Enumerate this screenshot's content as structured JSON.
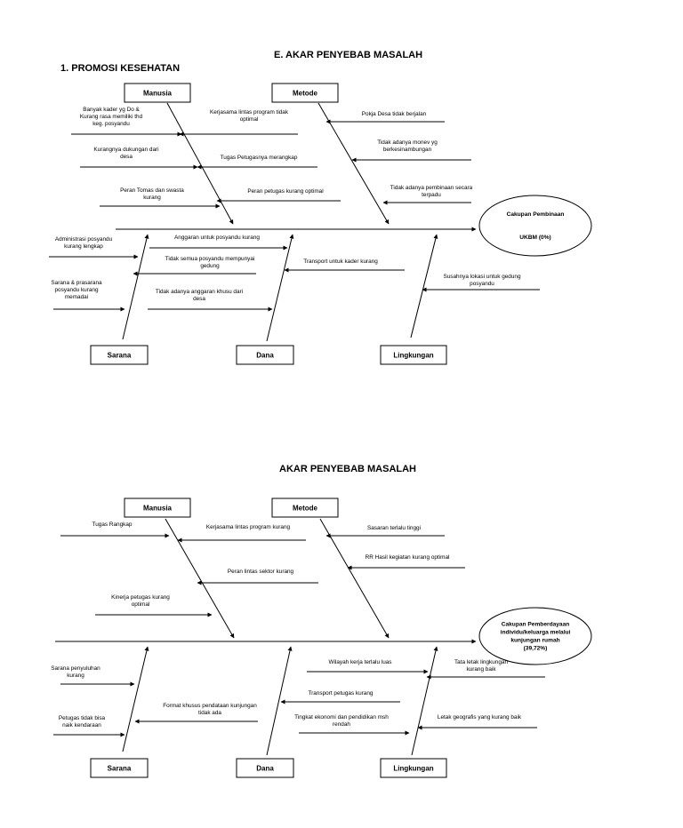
{
  "page": {
    "heading_main": "E. AKAR PENYEBAB MASALAH",
    "heading_sub": "1.  PROMOSI KESEHATAN",
    "heading_second": "AKAR PENYEBAB MASALAH"
  },
  "diagram1": {
    "categories": {
      "manusia": "Manusia",
      "metode": "Metode",
      "sarana": "Sarana",
      "dana": "Dana",
      "lingkungan": "Lingkungan"
    },
    "effect": [
      "Cakupan Pembinaan",
      "UKBM (0%)"
    ],
    "causes": {
      "manusia": [
        [
          "Banyak kader yg Do &",
          "Kurang rasa memiliki thd",
          "keg. posyandu"
        ],
        [
          "Kurangnya dukungan dari",
          "desa"
        ],
        [
          "Peran Tomas dan swasta",
          "kurang"
        ],
        [
          "Kerjasama lintas program tidak",
          "optimal"
        ],
        [
          "Tugas Petugasnya merangkap"
        ],
        [
          "Peran petugas kurang optimal"
        ]
      ],
      "metode": [
        [
          "Pokja Desa tidak berjalan"
        ],
        [
          "Tidak adanya monev yg",
          "berkesinambungan"
        ],
        [
          "Tidak adanya pembinaan secara",
          "terpadu"
        ]
      ],
      "sarana": [
        [
          "Administrasi posyandu",
          "kurang lengkap"
        ],
        [
          "Sarana & prasarana",
          "posyandu kurang",
          "memadai"
        ],
        [
          "Anggaran untuk posyandu kurang"
        ],
        [
          "Tidak semua posyandu mempunyai",
          "gedung"
        ],
        [
          "Tidak adanya anggaran khusu dari",
          "desa"
        ]
      ],
      "dana": [
        [
          "Transport untuk kader kurang"
        ]
      ],
      "lingkungan": [
        [
          "Susahnya lokasi untuk gedung",
          "posyandu"
        ]
      ]
    }
  },
  "diagram2": {
    "categories": {
      "manusia": "Manusia",
      "metode": "Metode",
      "sarana": "Sarana",
      "dana": "Dana",
      "lingkungan": "Lingkungan"
    },
    "effect": [
      "Cakupan Pemberdayaan",
      "individu/keluarga melalui",
      "kunjungan rumah",
      "(39,72%)"
    ],
    "causes": {
      "manusia": [
        [
          "Tugas Rangkap"
        ],
        [
          "Kinerja petugas kurang",
          "optimal"
        ],
        [
          "Kerjasama lintas program kurang"
        ],
        [
          "Peran lintas sektor kurang"
        ]
      ],
      "metode": [
        [
          "Sasaran terlalu tinggi"
        ],
        [
          "RR Hasil kegiatan kurang optimal"
        ]
      ],
      "sarana": [
        [
          "Sarana penyuluhan",
          "kurang"
        ],
        [
          "Petugas tidak bisa",
          "naik kendaraan"
        ],
        [
          "Format khusus pendataan kunjungan",
          "tidak ada"
        ]
      ],
      "dana": [
        [
          "Wilayah kerja terlalu luas"
        ],
        [
          "Transport petugas kurang"
        ],
        [
          "Tingkat ekonomi dan pendidikan msh",
          "rendah"
        ]
      ],
      "lingkungan": [
        [
          "Tata letak lingkungan",
          "kurang baik"
        ],
        [
          "Letak geografis yang kurang baik"
        ]
      ]
    }
  }
}
